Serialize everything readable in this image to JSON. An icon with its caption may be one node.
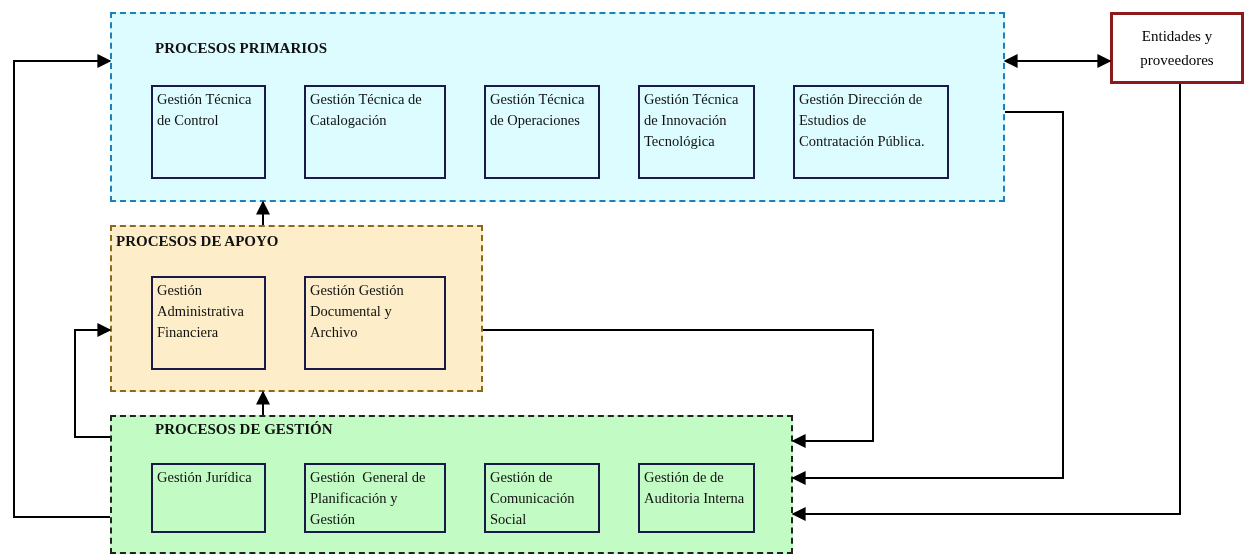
{
  "diagram": {
    "nodes": [
      {
        "text": [
          "PROCESOS PRIMARIOS"
        ]
      },
      {
        "text": [
          "Gestión Técnica de Control"
        ],
        "in": 0
      },
      {
        "text": [
          "Gestión Técnica de Catalogación"
        ],
        "in": 0
      },
      {
        "text": [
          "Gestión Técnica de Operaciones"
        ],
        "in": 0
      },
      {
        "text": [
          "Gestión Técnica de Innovación Tecnológica"
        ],
        "in": 0
      },
      {
        "text": [
          "Gestión Dirección de Estudios de Contratación Pública."
        ],
        "in": 0
      },
      {
        "text": [
          "Entidades y proveedores"
        ]
      },
      {
        "text": [
          "PROCESOS DE APOYO"
        ]
      },
      {
        "text": [
          "Gestión Administrativa Financiera"
        ],
        "in": 7
      },
      {
        "text": [
          "Gestión Gestión Documental y Archivo"
        ],
        "in": 7
      },
      {
        "text": [
          "PROCESOS DE GESTIÓN"
        ]
      },
      {
        "text": [
          "Gestión Jurídica"
        ],
        "in": 10
      },
      {
        "text": [
          "Gestión  General de Planificación y Gestión"
        ],
        "in": 10
      },
      {
        "text": [
          "Gestión de Comunicación Social"
        ],
        "in": 10
      },
      {
        "text": [
          "Gestión de de Auditoria Interna"
        ],
        "in": 10
      }
    ],
    "edges": [
      {
        "from": 10,
        "to": 0,
        "arrow": "to"
      },
      {
        "from": 10,
        "to": 7,
        "arrow": "to"
      },
      {
        "from": 7,
        "to": 0,
        "arrow": "to"
      },
      {
        "from": 10,
        "to": 7,
        "arrow": "to"
      },
      {
        "from": 0,
        "to": 6,
        "arrow": "both"
      },
      {
        "from": 0,
        "to": 10,
        "arrow": "to"
      },
      {
        "from": 6,
        "to": 10,
        "arrow": "to"
      },
      {
        "from": 7,
        "to": 10,
        "arrow": "to"
      }
    ]
  }
}
